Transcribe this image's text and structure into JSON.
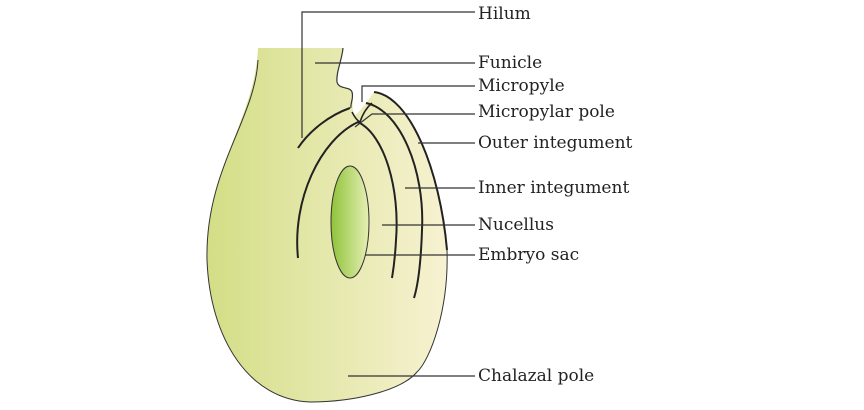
{
  "labels": {
    "hilum": "Hilum",
    "funicle": "Funicle",
    "micropyle": "Micropyle",
    "micropylar_pole": "Micropylar pole",
    "outer_integument": "Outer integument",
    "inner_integument": "Inner integument",
    "nucellus": "Nucellus",
    "embryo_sac": "Embryo sac",
    "chalazal_pole": "Chalazal pole"
  },
  "colors": {
    "body_dark": "#d6e08a",
    "body_light": "#f6f1cf",
    "embryo_sac": "#9ccc3c",
    "line": "#222222"
  }
}
